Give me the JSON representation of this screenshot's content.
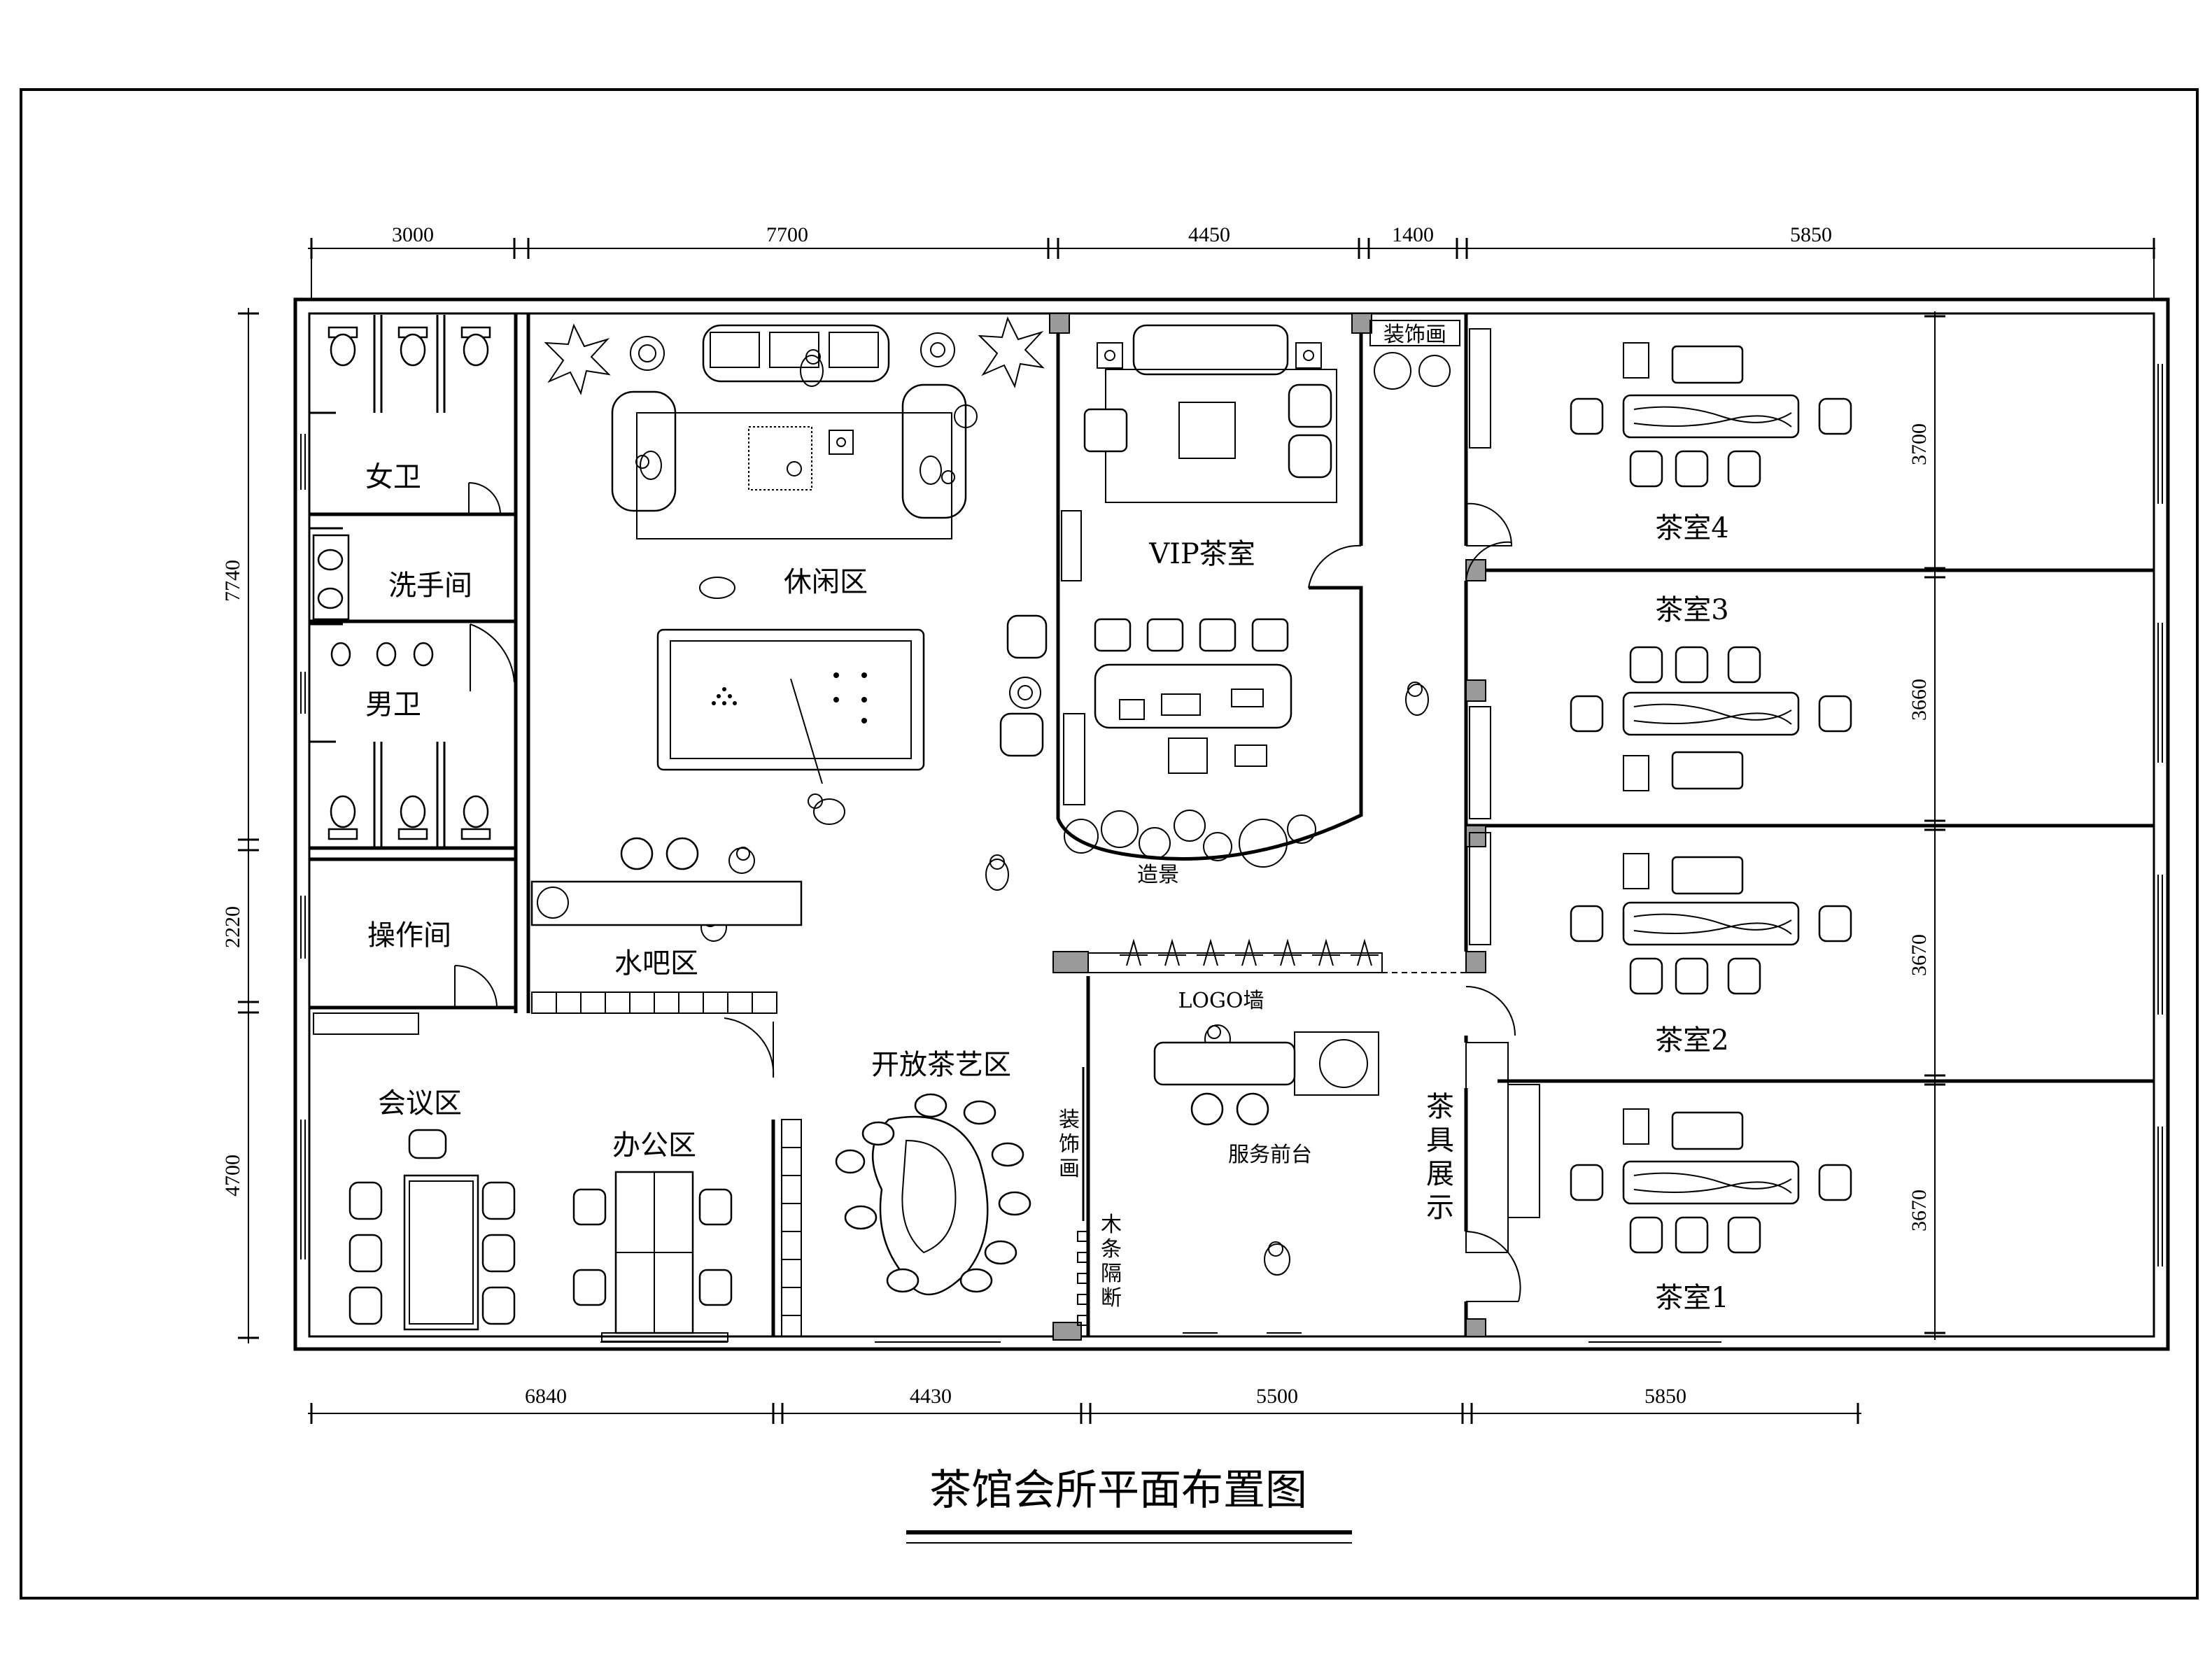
{
  "title": "茶馆会所平面布置图",
  "dimensions": {
    "top": [
      "3000",
      "7700",
      "4450",
      "1400",
      "5850"
    ],
    "bottom": [
      "6840",
      "4430",
      "5500",
      "5850"
    ],
    "left": [
      "7740",
      "2220",
      "4700"
    ],
    "right": [
      "3700",
      "3660",
      "3670",
      "3670"
    ]
  },
  "rooms": {
    "women_wc": "女卫",
    "washroom": "洗手间",
    "men_wc": "男卫",
    "operation_room": "操作间",
    "leisure_area": "休闲区",
    "water_bar": "水吧区",
    "vip_tea_room": "VIP茶室",
    "landscape": "造景",
    "logo_wall": "LOGO墙",
    "service_desk": "服务前台",
    "open_tea_area": "开放茶艺区",
    "meeting_area": "会议区",
    "office_area": "办公区",
    "tea_room_1": "茶室1",
    "tea_room_2": "茶室2",
    "tea_room_3": "茶室3",
    "tea_room_4": "茶室4",
    "decor_painting_top": "装饰画",
    "decor_painting_side": [
      "装",
      "饰",
      "画"
    ],
    "tea_display": [
      "茶",
      "具",
      "展",
      "示"
    ],
    "wood_partition": [
      "木",
      "条",
      "隔",
      "断"
    ]
  }
}
